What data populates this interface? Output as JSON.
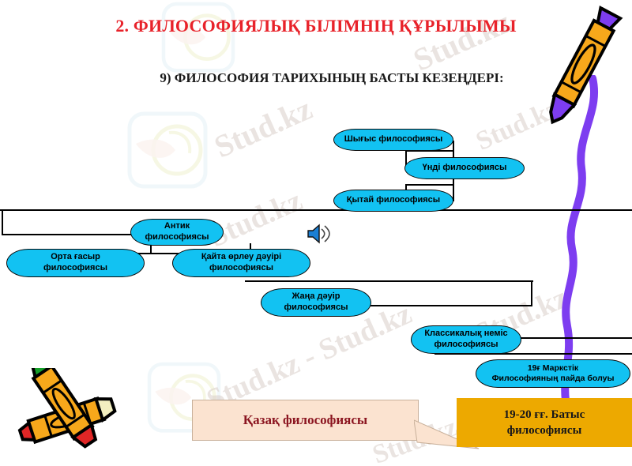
{
  "slide": {
    "title": "2. ФИЛОСОФИЯЛЫҚ БІЛІМНІҢ ҚҰРЫЛЫМЫ",
    "subtitle": "9) ФИЛОСОФИЯ ТАРИХЫНЫҢ БАСТЫ КЕЗЕҢДЕРІ:",
    "title_color": "#e8222a",
    "node_color": "#12c2f2",
    "orange_color": "#eda900",
    "callout_color": "#fbe3d0",
    "callout_text_color": "#8b1520",
    "wave_color": "#7d3df0"
  },
  "nodes": {
    "east": "Шығыс философиясы",
    "india": "Үнді философиясы",
    "china": "Қытай философиясы",
    "antique_line1": "Антик",
    "antique_line2": "философиясы",
    "middleage_line1": "Орта ғасыр",
    "middleage_line2": "философиясы",
    "renaissance_line1": "Қайта өрлеу дәуірі",
    "renaissance_line2": "философиясы",
    "newage_line1": "Жаңа дәуір",
    "newage_line2": "философиясы",
    "german_line1": "Классикалық неміс",
    "german_line2": "философиясы",
    "marx_line1": "19ғ Маркстік",
    "marx_line2": "Философияның пайда болуы"
  },
  "callout": {
    "label": "Қазақ философиясы"
  },
  "orange": {
    "line1": "19-20 ғғ. Батыс",
    "line2": "философиясы"
  },
  "icons": {
    "speaker": "speaker-icon",
    "crayon_top": "crayon-icon",
    "crayons_bottom": "crossed-crayons-icon"
  },
  "watermarks": {
    "w1": "Stud.kz",
    "w2": "Stud.kz",
    "w3": "Stud.kz",
    "w4": "Stud.kz - Stud.kz",
    "w5": "Stud.kz",
    "w6": "Stud.kz",
    "w7": "Stud.kz"
  }
}
